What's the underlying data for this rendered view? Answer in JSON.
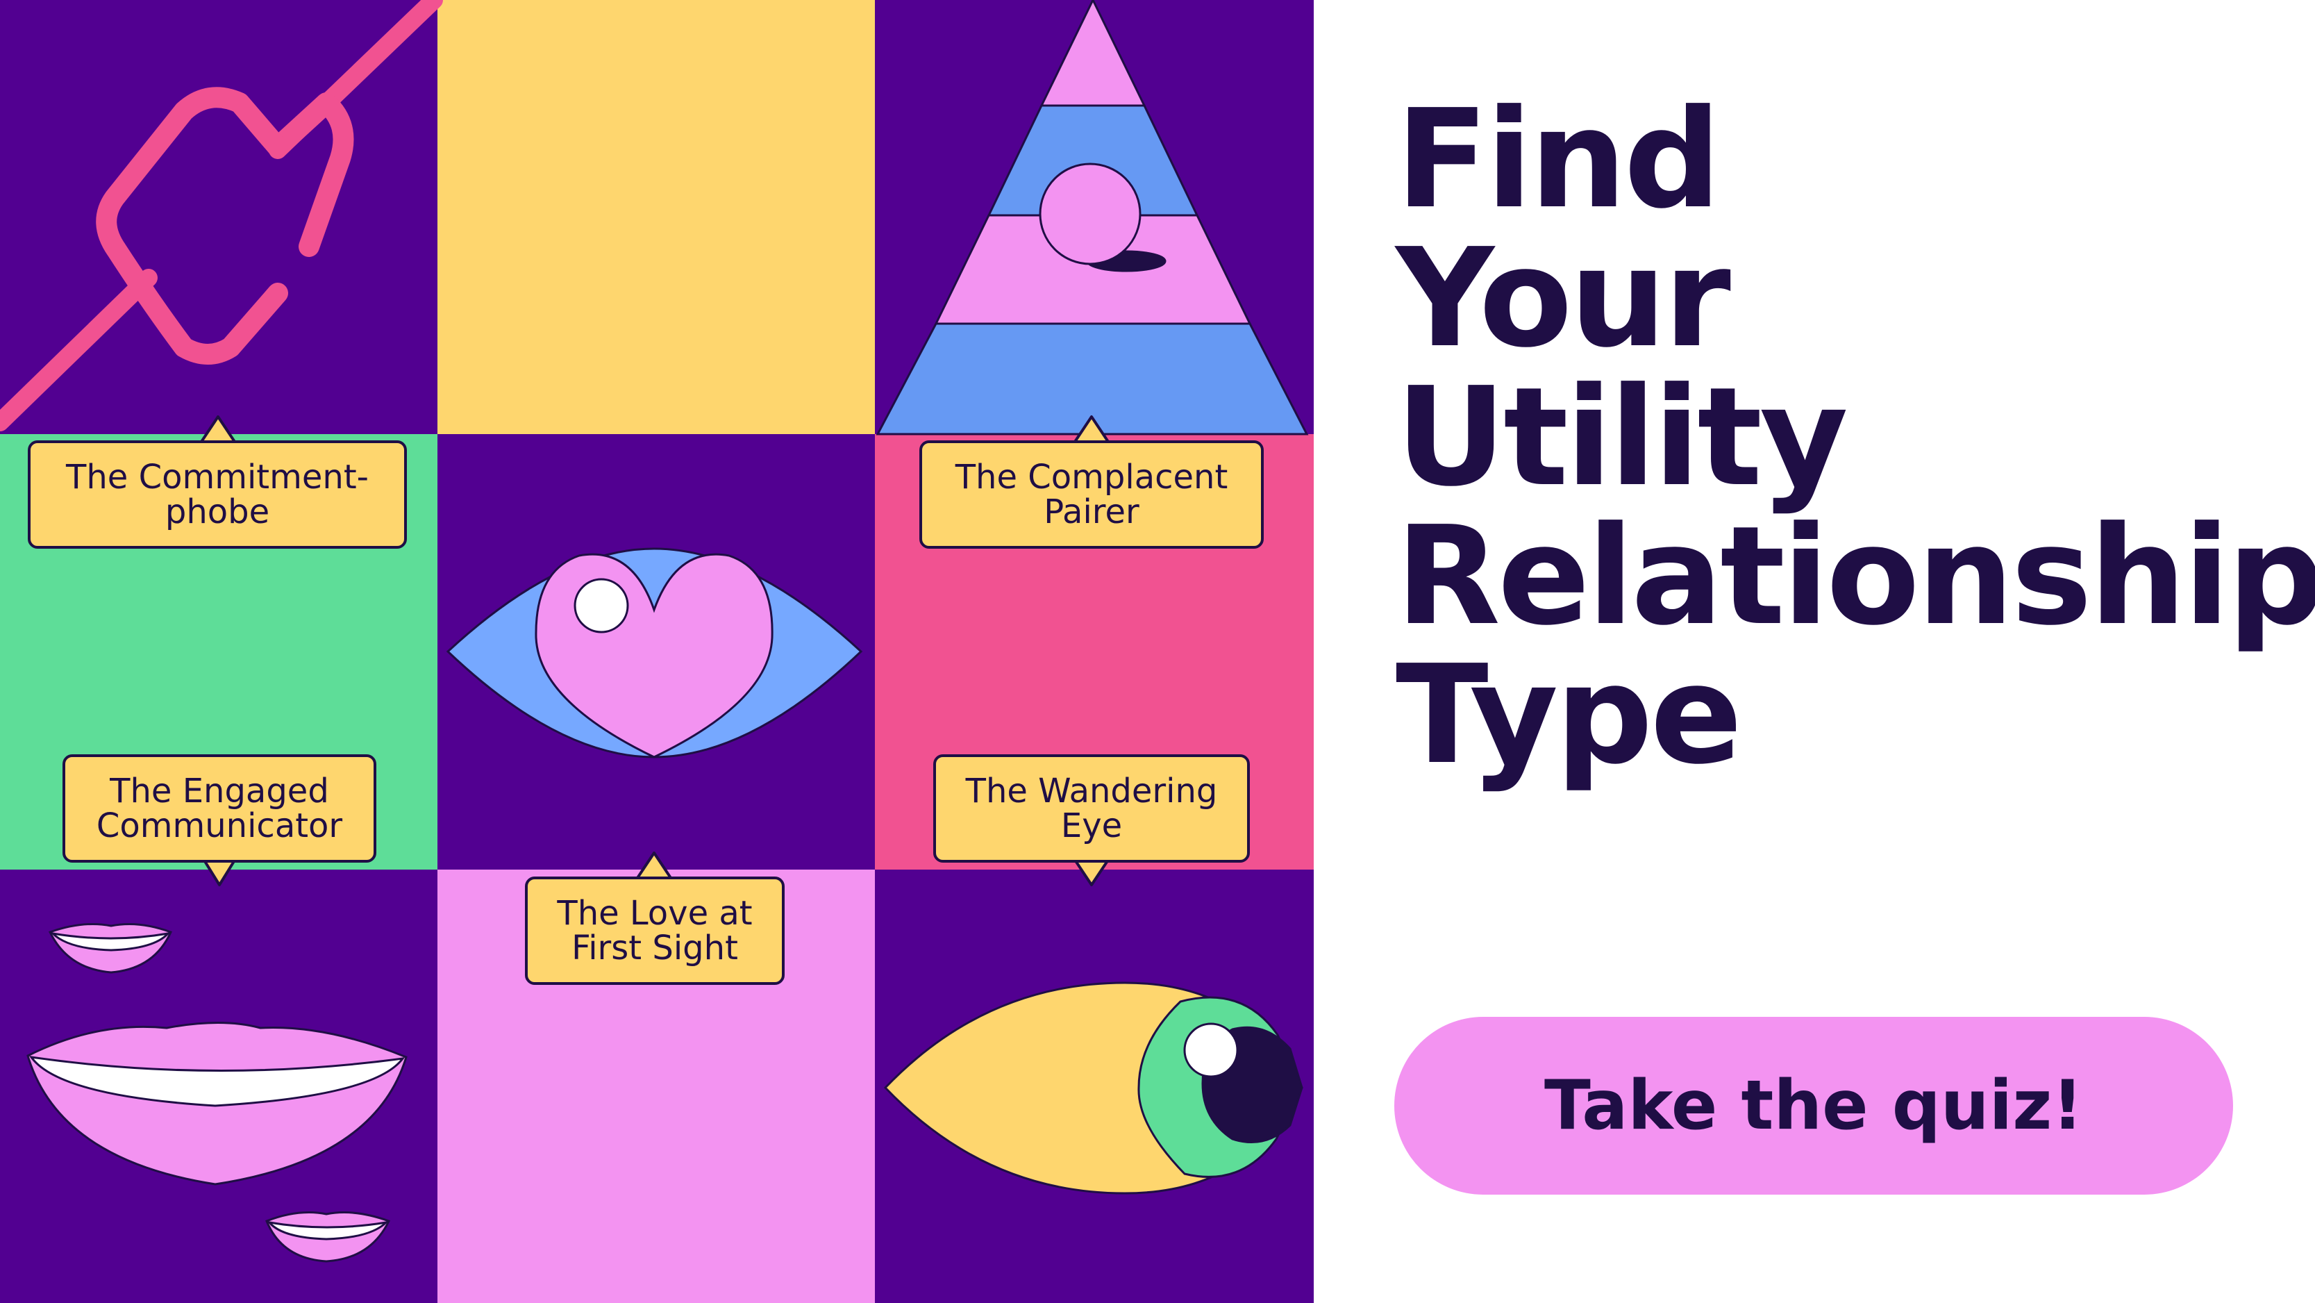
{
  "colors": {
    "purple": "#520091",
    "yellow": "#fed66e",
    "pink": "#f393f1",
    "hot_pink": "#f15291",
    "green": "#5edd98",
    "blue": "#6699f3",
    "navy": "#1f0e45",
    "white": "#ffffff"
  },
  "mosaic": {
    "labels": [
      {
        "id": "commitment-phobe",
        "lines": [
          "The Commitment-",
          "phobe"
        ],
        "pointer": "up"
      },
      {
        "id": "complacent-pairer",
        "lines": [
          "The Complacent",
          "Pairer"
        ],
        "pointer": "up"
      },
      {
        "id": "engaged-communicator",
        "lines": [
          "The Engaged",
          "Communicator"
        ],
        "pointer": "down"
      },
      {
        "id": "wandering-eye",
        "lines": [
          "The Wandering",
          "Eye"
        ],
        "pointer": "down"
      },
      {
        "id": "love-at-first-sight",
        "lines": [
          "The Love at",
          "First Sight"
        ],
        "pointer": "up"
      }
    ],
    "illustrations": [
      "broken-chain-icon",
      "pyramid-with-ball-icon",
      "heart-eye-icon",
      "smiling-lips-icon",
      "eye-icon"
    ]
  },
  "headline": {
    "lines": [
      "Find",
      "Your",
      "Utility",
      "Relationship",
      "Type"
    ]
  },
  "cta": {
    "label": "Take the quiz!"
  }
}
